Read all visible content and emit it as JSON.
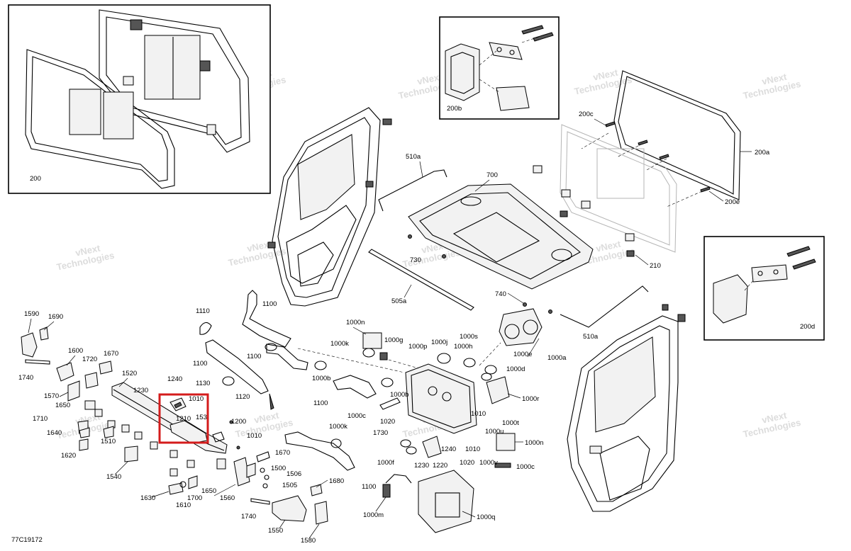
{
  "drawing_id": "77C19172",
  "watermark": {
    "line1": "vNext",
    "line2": "Technologies",
    "line3": "vNext Technologies"
  },
  "highlight_color": "#d41c1c",
  "callouts": [
    {
      "id": "c200",
      "label": "200"
    },
    {
      "id": "c200b",
      "label": "200b"
    },
    {
      "id": "c200c",
      "label": "200c"
    },
    {
      "id": "c200a",
      "label": "200a"
    },
    {
      "id": "c200e",
      "label": "200e"
    },
    {
      "id": "c200d",
      "label": "200d"
    },
    {
      "id": "c210",
      "label": "210"
    },
    {
      "id": "c510a_top",
      "label": "510a"
    },
    {
      "id": "c700",
      "label": "700"
    },
    {
      "id": "c730",
      "label": "730"
    },
    {
      "id": "c505a",
      "label": "505a"
    },
    {
      "id": "c740",
      "label": "740"
    },
    {
      "id": "c510a_bot",
      "label": "510a"
    },
    {
      "id": "c1100_a",
      "label": "1100"
    },
    {
      "id": "c1110",
      "label": "1110"
    },
    {
      "id": "c1100_b",
      "label": "1100"
    },
    {
      "id": "c1100_c",
      "label": "1100"
    },
    {
      "id": "c1130",
      "label": "1130"
    },
    {
      "id": "c1120",
      "label": "1120"
    },
    {
      "id": "c1000n_a",
      "label": "1000n"
    },
    {
      "id": "c1000k_a",
      "label": "1000k"
    },
    {
      "id": "c1000g",
      "label": "1000g"
    },
    {
      "id": "c1000p",
      "label": "1000p"
    },
    {
      "id": "c1000j",
      "label": "1000j"
    },
    {
      "id": "c1000s",
      "label": "1000s"
    },
    {
      "id": "c1000h",
      "label": "1000h"
    },
    {
      "id": "c1000e",
      "label": "1000e"
    },
    {
      "id": "c1000a",
      "label": "1000a"
    },
    {
      "id": "c1000d",
      "label": "1000d"
    },
    {
      "id": "c1000b_a",
      "label": "1000b"
    },
    {
      "id": "c1100_d",
      "label": "1100"
    },
    {
      "id": "c1000b_b",
      "label": "1000b"
    },
    {
      "id": "c1000c_a",
      "label": "1000c"
    },
    {
      "id": "c1000r",
      "label": "1000r"
    },
    {
      "id": "c1010_a",
      "label": "1010"
    },
    {
      "id": "c1000k_b",
      "label": "1000k"
    },
    {
      "id": "c1020_a",
      "label": "1020"
    },
    {
      "id": "c1730",
      "label": "1730"
    },
    {
      "id": "c1000t",
      "label": "1000t"
    },
    {
      "id": "c1000u",
      "label": "1000u"
    },
    {
      "id": "c1000n_b",
      "label": "1000n"
    },
    {
      "id": "c1000f",
      "label": "1000f"
    },
    {
      "id": "c1240_b",
      "label": "1240"
    },
    {
      "id": "c1010_b",
      "label": "1010"
    },
    {
      "id": "c1020_b",
      "label": "1020"
    },
    {
      "id": "c1000v",
      "label": "1000v"
    },
    {
      "id": "c1000c_b",
      "label": "1000c"
    },
    {
      "id": "c1230_b",
      "label": "1230"
    },
    {
      "id": "c1220",
      "label": "1220"
    },
    {
      "id": "c1100_e",
      "label": "1100"
    },
    {
      "id": "c1000m",
      "label": "1000m"
    },
    {
      "id": "c1000q",
      "label": "1000q"
    },
    {
      "id": "c1590",
      "label": "1590"
    },
    {
      "id": "c1690",
      "label": "1690"
    },
    {
      "id": "c1600",
      "label": "1600"
    },
    {
      "id": "c1670_a",
      "label": "1670"
    },
    {
      "id": "c1720",
      "label": "1720"
    },
    {
      "id": "c1740_a",
      "label": "1740"
    },
    {
      "id": "c1520",
      "label": "1520"
    },
    {
      "id": "c1570",
      "label": "1570"
    },
    {
      "id": "c1650_a",
      "label": "1650"
    },
    {
      "id": "c1230_a",
      "label": "1230"
    },
    {
      "id": "c1240_a",
      "label": "1240"
    },
    {
      "id": "c1010_c",
      "label": "1010"
    },
    {
      "id": "c1210",
      "label": "1210"
    },
    {
      "id": "c153",
      "label": "153"
    },
    {
      "id": "c1200",
      "label": "1200"
    },
    {
      "id": "c1010_d",
      "label": "1010"
    },
    {
      "id": "c1710",
      "label": "1710"
    },
    {
      "id": "c1640",
      "label": "1640"
    },
    {
      "id": "c1510",
      "label": "1510"
    },
    {
      "id": "c1620",
      "label": "1620"
    },
    {
      "id": "c1540",
      "label": "1540"
    },
    {
      "id": "c1670_b",
      "label": "1670"
    },
    {
      "id": "c1500",
      "label": "1500"
    },
    {
      "id": "c1506",
      "label": "1506"
    },
    {
      "id": "c1505",
      "label": "1505"
    },
    {
      "id": "c1680",
      "label": "1680"
    },
    {
      "id": "c1650_b",
      "label": "1650"
    },
    {
      "id": "c1560",
      "label": "1560"
    },
    {
      "id": "c1700",
      "label": "1700"
    },
    {
      "id": "c1630",
      "label": "1630"
    },
    {
      "id": "c1610",
      "label": "1610"
    },
    {
      "id": "c1740_b",
      "label": "1740"
    },
    {
      "id": "c1550",
      "label": "1550"
    },
    {
      "id": "c1580",
      "label": "1580"
    }
  ]
}
